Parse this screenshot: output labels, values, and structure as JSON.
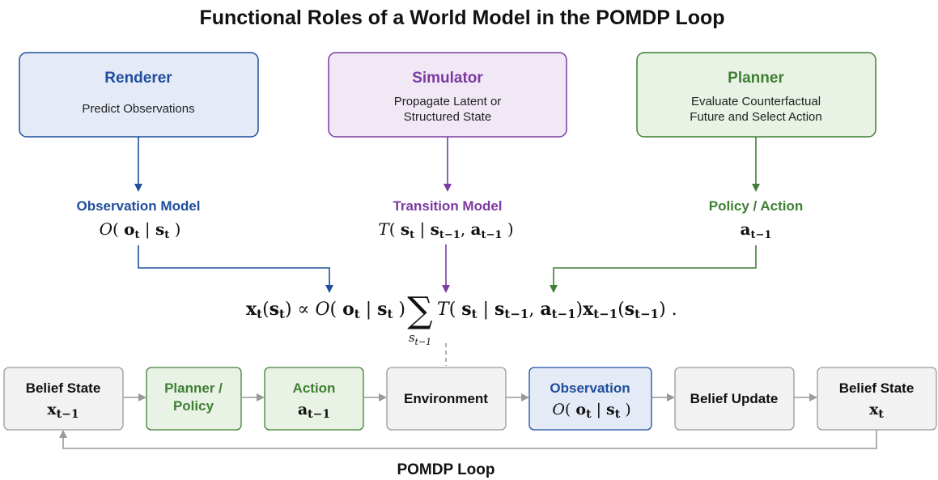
{
  "title": "Functional Roles of a World Model in the POMDP Loop",
  "colors": {
    "blue": "#1f4e9c",
    "purple": "#7b3aa0",
    "green": "#3f7f34",
    "blue_fill": "#e4ebf6",
    "purple_fill": "#f1e8f6",
    "green_fill": "#e9f3e5",
    "gray_fill": "#f2f2f2",
    "gray_stroke": "#9a9a9a"
  },
  "roles": {
    "renderer": {
      "title": "Renderer",
      "desc": "Predict Observations"
    },
    "simulator": {
      "title": "Simulator",
      "desc_line1": "Propagate Latent or",
      "desc_line2": "Structured State"
    },
    "planner": {
      "title": "Planner",
      "desc_line1": "Evaluate Counterfactual",
      "desc_line2": "Future and Select Action"
    }
  },
  "models": {
    "observation": {
      "label": "Observation Model",
      "formula": "O( o_t | s_t )"
    },
    "transition": {
      "label": "Transition Model",
      "formula": "T( s_t | s_t−1, a_t−1 )"
    },
    "policy": {
      "label": "Policy / Action",
      "formula": "a_t−1"
    }
  },
  "equation": "x_t(s_t) ∝ O( o_t | s_t ) Σ_{s_t−1} T( s_t | s_t−1, a_t−1 ) x_t−1(s_t−1) .",
  "loop": {
    "belief_prev": {
      "label": "Belief State",
      "math": "x_t−1"
    },
    "planner_policy": {
      "line1": "Planner /",
      "line2": "Policy"
    },
    "action": {
      "label": "Action",
      "math": "a_t−1"
    },
    "environment": {
      "label": "Environment"
    },
    "observation": {
      "label": "Observation",
      "math": "O( o_t | s_t )"
    },
    "belief_update": {
      "label": "Belief Update"
    },
    "belief_next": {
      "label": "Belief State",
      "math": "x_t"
    }
  },
  "caption": "POMDP Loop"
}
